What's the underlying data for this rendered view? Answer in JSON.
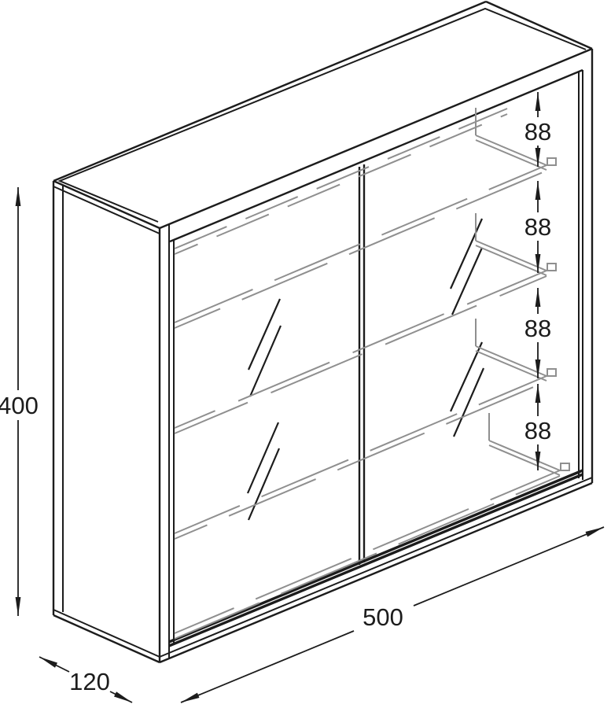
{
  "diagram": {
    "type": "isometric technical drawing",
    "subject": "two sliding-door cabinet with interior shelves",
    "dimensions": {
      "height": "400",
      "width": "500",
      "depth": "120",
      "shelf_gaps": [
        "88",
        "88",
        "88",
        "88"
      ]
    },
    "colors": {
      "line": "#1c1c1c",
      "shelf_line": "#8f8f8f",
      "background": "#ffffff"
    }
  }
}
